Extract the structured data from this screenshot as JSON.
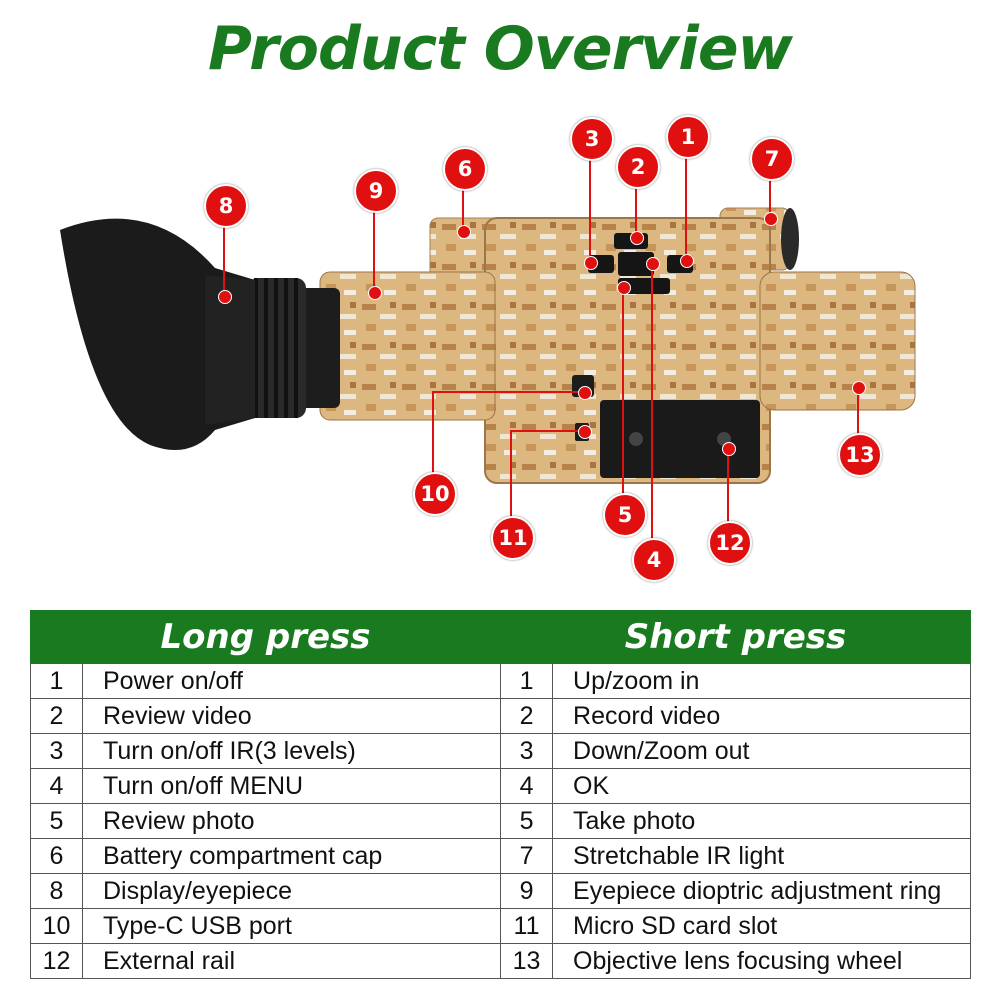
{
  "title": "Product Overview",
  "markers": [
    "1",
    "2",
    "3",
    "4",
    "5",
    "6",
    "7",
    "8",
    "9",
    "10",
    "11",
    "12",
    "13"
  ],
  "table": {
    "headers": [
      "Long press",
      "Short press"
    ],
    "rows": [
      {
        "ln": "1",
        "lt": "Power on/off",
        "sn": "1",
        "st": "Up/zoom in"
      },
      {
        "ln": "2",
        "lt": "Review video",
        "sn": "2",
        "st": "Record video"
      },
      {
        "ln": "3",
        "lt": "Turn on/off IR(3 levels)",
        "sn": "3",
        "st": "Down/Zoom out"
      },
      {
        "ln": "4",
        "lt": "Turn on/off MENU",
        "sn": "4",
        "st": "OK"
      },
      {
        "ln": "5",
        "lt": "Review photo",
        "sn": "5",
        "st": "Take photo"
      },
      {
        "ln": "6",
        "lt": "Battery compartment cap",
        "sn": "7",
        "st": "Stretchable IR light"
      },
      {
        "ln": "8",
        "lt": "Display/eyepiece",
        "sn": "9",
        "st": "Eyepiece dioptric adjustment ring"
      },
      {
        "ln": "10",
        "lt": "Type-C USB port",
        "sn": "11",
        "st": "Micro SD card slot"
      },
      {
        "ln": "12",
        "lt": "External rail",
        "sn": "13",
        "st": "Objective lens focusing wheel"
      }
    ]
  },
  "colors": {
    "brand_green": "#1a7a1f",
    "marker_red": "#e01010",
    "camo": "#d9b27a"
  }
}
